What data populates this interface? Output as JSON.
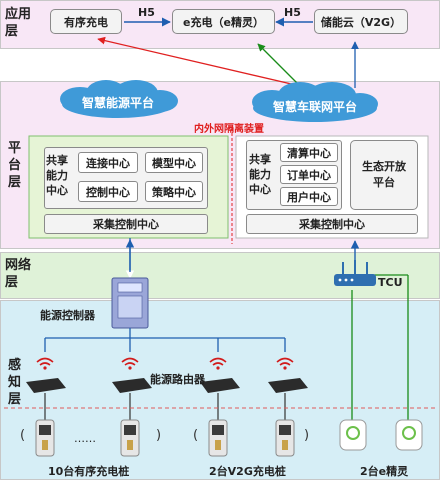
{
  "app_layer": {
    "label": "应用层",
    "items": [
      "有序充电",
      "e充电（e精灵）",
      "储能云（V2G）"
    ],
    "h5_labels": [
      "H5",
      "H5"
    ]
  },
  "platform_layer": {
    "label": "平台层",
    "energy_platform": "智慧能源平台",
    "vehicle_platform": "智慧车联网平台",
    "isolation_device": "内外网隔离装置",
    "left": {
      "shared_label": "共享能力中心",
      "centers": [
        "连接中心",
        "模型中心",
        "控制中心",
        "策略中心"
      ],
      "collect": "采集控制中心"
    },
    "right": {
      "shared_label": "共享能力中心",
      "centers": [
        "清算中心",
        "订单中心",
        "用户中心"
      ],
      "ecosystem": "生态开放平台",
      "collect": "采集控制中心"
    }
  },
  "network_layer": {
    "label": "网络层",
    "tcu": "TCU"
  },
  "perception_layer": {
    "label": "感知层",
    "energy_controller": "能源控制器",
    "energy_router": "能源路由器",
    "ellipsis": "……",
    "groups": [
      "10台有序充电桩",
      "2台V2G充电桩",
      "2台e精灵"
    ]
  },
  "colors": {
    "app_bg": "#f8e7f6",
    "platform_bg": "#f8e7f6",
    "network_bg": "#dff2d8",
    "perception_bg": "#d6eef6",
    "cloud": "#3f9ad8",
    "arrow_red": "#e02020",
    "arrow_green": "#1a8c1a",
    "arrow_blue": "#1f5fb0"
  }
}
